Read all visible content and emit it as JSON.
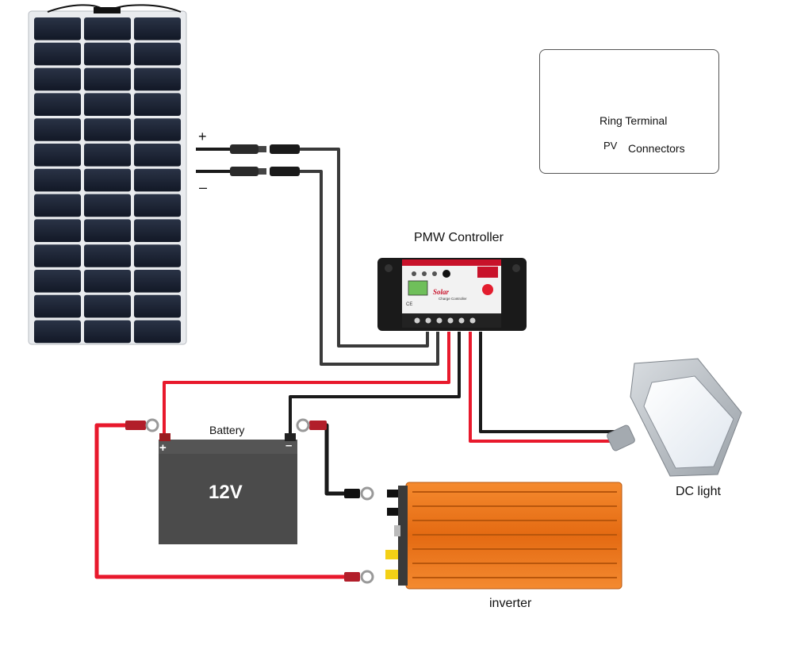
{
  "labels": {
    "plus": "+",
    "minus": "–",
    "controller": "PMW Controller",
    "battery": "Battery",
    "battery_voltage": "12V",
    "battery_plus": "+",
    "battery_minus": "–",
    "dc_light": "DC light",
    "inverter": "inverter",
    "controller_brand": "Solar",
    "controller_sub": "Charge Controller",
    "controller_ce": "CE"
  },
  "legend": {
    "ring_terminal": "Ring Terminal",
    "pv": "PV",
    "connectors": "Connectors"
  },
  "colors": {
    "wire_red": "#e8192c",
    "wire_black": "#1a1a1a",
    "panel_cell": "#1c2333",
    "battery_body": "#4a4a4a",
    "inverter_body": "#ef7a22",
    "controller_body": "#1a1a1a"
  },
  "icons": [
    "solar-panel-icon",
    "mc4-connector-icon",
    "ring-terminal-icon",
    "charge-controller-icon",
    "battery-icon",
    "inverter-icon",
    "floodlight-icon"
  ]
}
